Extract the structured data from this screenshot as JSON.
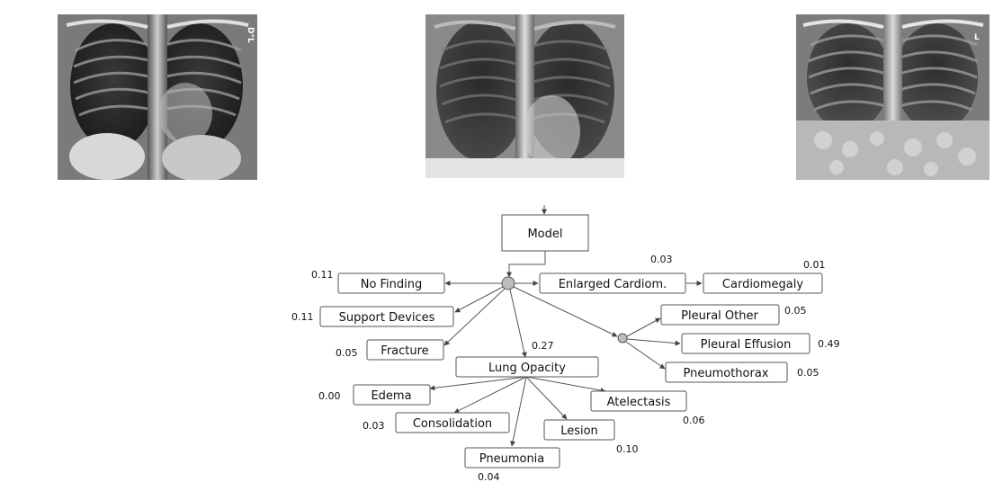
{
  "xrays": [
    {
      "marker": "D°L"
    },
    {
      "marker": ""
    },
    {
      "marker": "L"
    }
  ],
  "diagram": {
    "input_node": "Model",
    "nodes": {
      "no_finding": {
        "label": "No Finding",
        "prob": "0.11"
      },
      "support_devices": {
        "label": "Support Devices",
        "prob": "0.11"
      },
      "fracture": {
        "label": "Fracture",
        "prob": "0.05"
      },
      "enlarged_cardiom": {
        "label": "Enlarged Cardiom.",
        "prob": "0.03"
      },
      "cardiomegaly": {
        "label": "Cardiomegaly",
        "prob": "0.01"
      },
      "pleural_other": {
        "label": "Pleural Other",
        "prob": "0.05"
      },
      "pleural_effusion": {
        "label": "Pleural Effusion",
        "prob": "0.49"
      },
      "pneumothorax": {
        "label": "Pneumothorax",
        "prob": "0.05"
      },
      "lung_opacity": {
        "label": "Lung Opacity",
        "prob": "0.27"
      },
      "edema": {
        "label": "Edema",
        "prob": "0.00"
      },
      "consolidation": {
        "label": "Consolidation",
        "prob": "0.03"
      },
      "pneumonia": {
        "label": "Pneumonia",
        "prob": "0.04"
      },
      "lesion": {
        "label": "Lesion",
        "prob": "0.10"
      },
      "atelectasis": {
        "label": "Atelectasis",
        "prob": "0.06"
      }
    }
  }
}
